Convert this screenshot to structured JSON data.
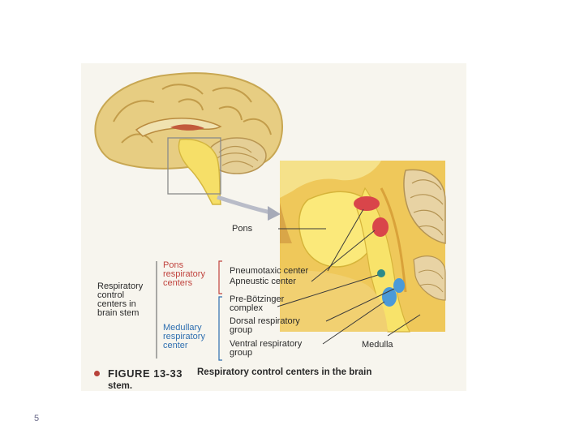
{
  "figure": {
    "caption_number": "FIGURE 13-33",
    "caption_text": "Respiratory control centers in the brain",
    "caption_text_cont": "stem."
  },
  "labels": {
    "pons": "Pons",
    "pons_group": "Pons\nrespiratory\ncenters",
    "respiratory_control": "Respiratory\ncontrol\ncenters in\nbrain stem",
    "medullary_group": "Medullary\nrespiratory\ncenter",
    "pneumotaxic": "Pneumotaxic center",
    "apneustic": "Apneustic center",
    "pre_botzinger": "Pre-Bötzinger\ncomplex",
    "dorsal": "Dorsal respiratory\ngroup",
    "ventral": "Ventral respiratory\ngroup",
    "medulla": "Medulla"
  },
  "slide": {
    "page_number": "5"
  },
  "colors": {
    "pons_red": "#c0443e",
    "medullary_blue": "#2f6fb0",
    "brain_tan": "#e8cf86",
    "brainstem_yellow": "#f6df68"
  }
}
